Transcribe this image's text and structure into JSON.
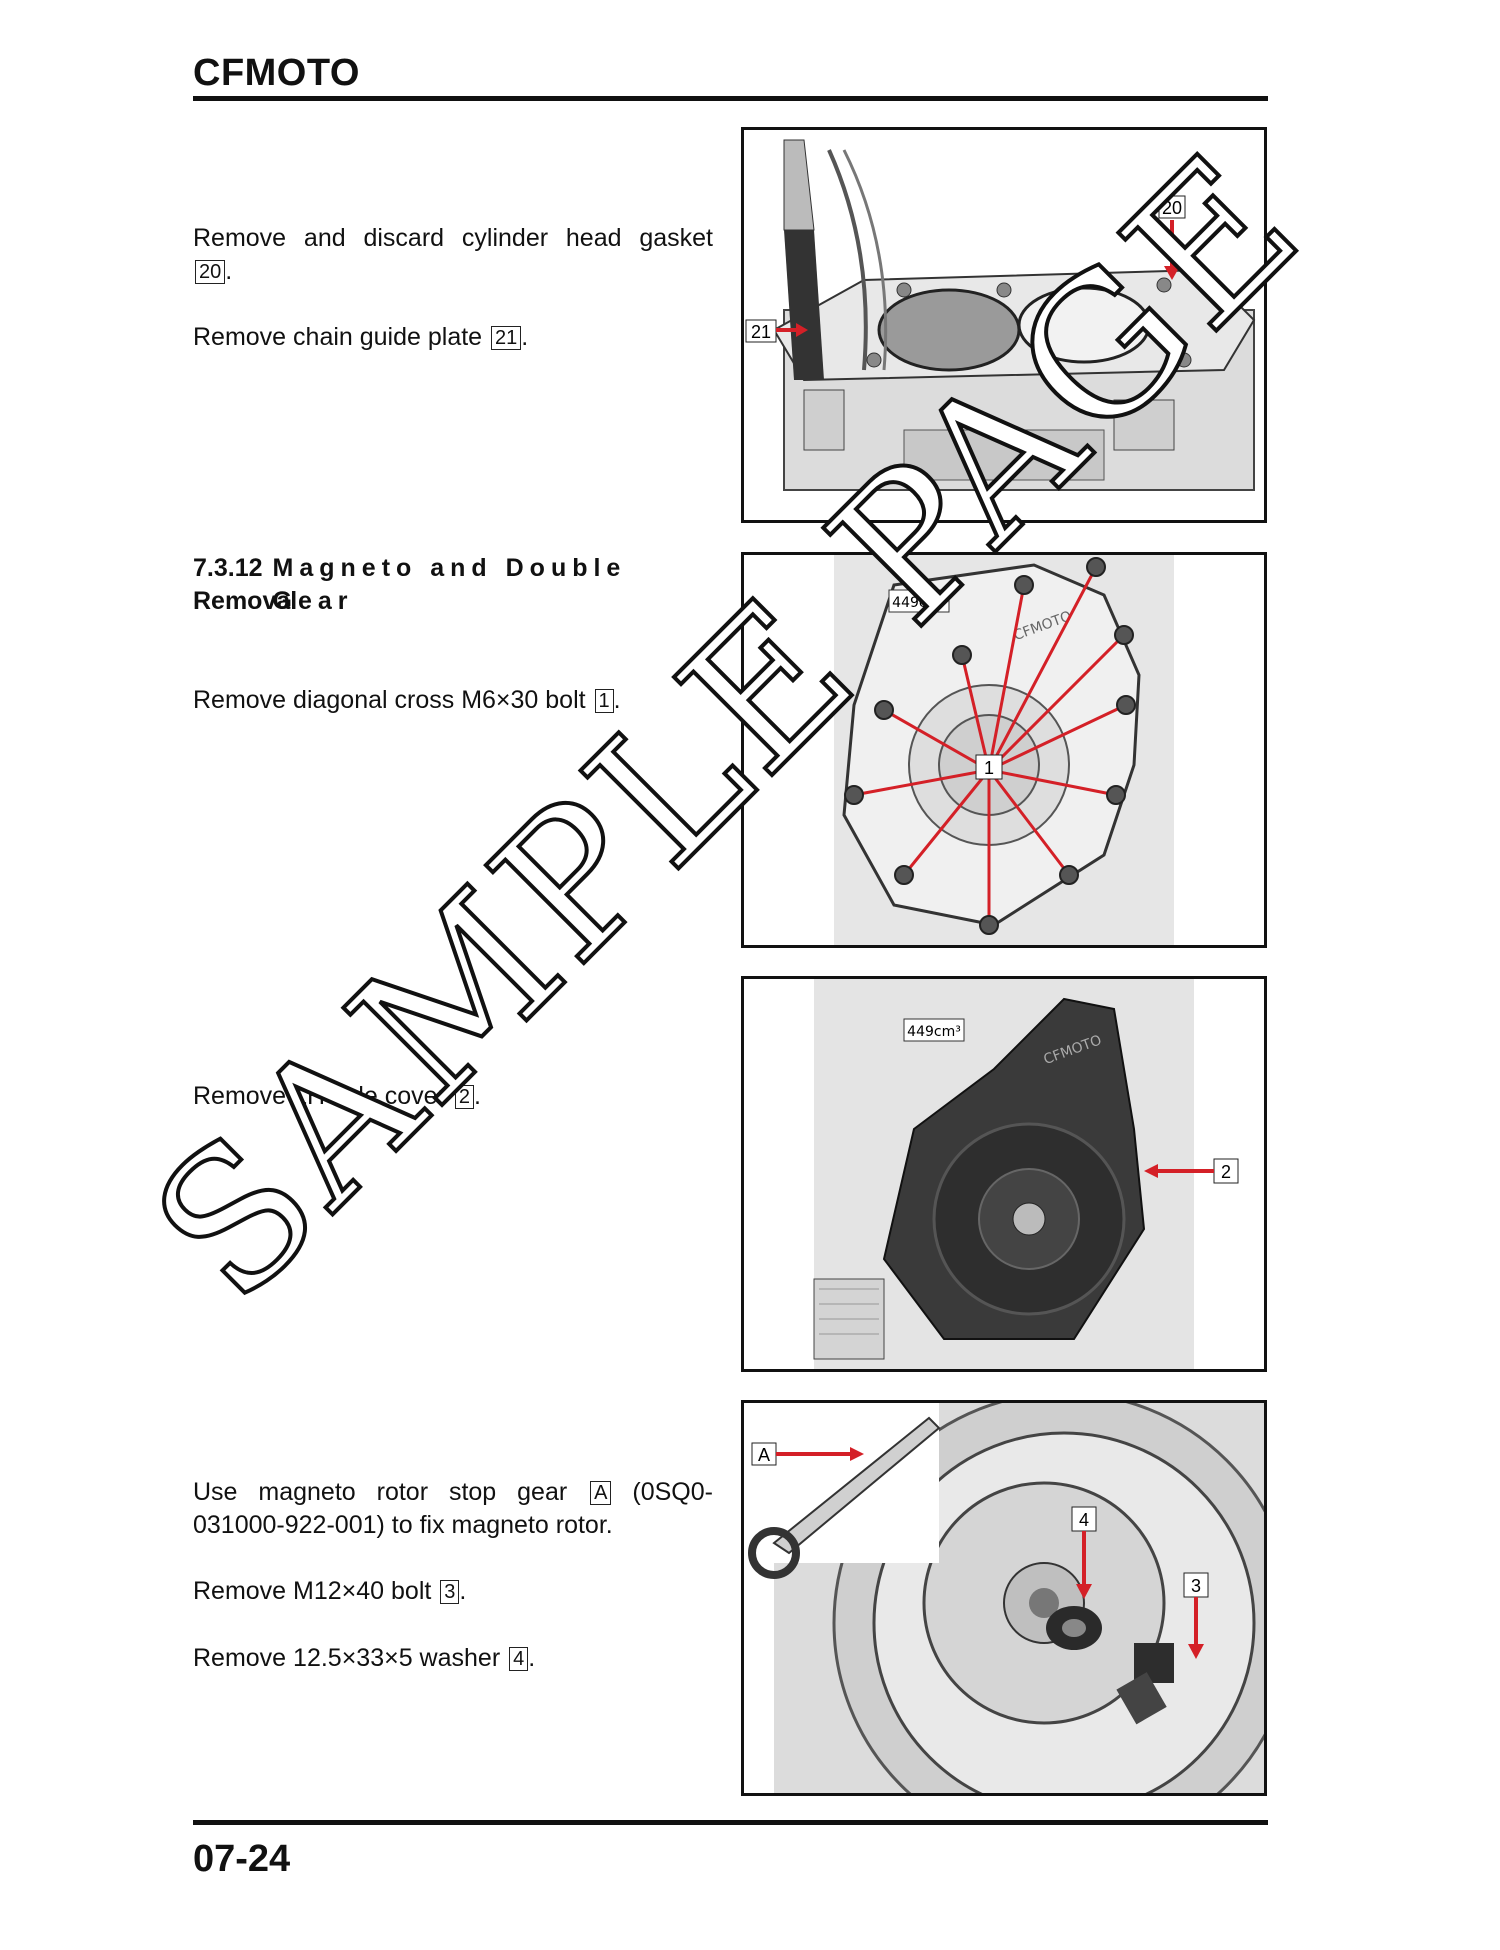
{
  "header": {
    "title": "CFMOTO"
  },
  "footer": {
    "page_number": "07-24"
  },
  "watermark": "SAMPLE PAGE",
  "section1": {
    "p1_text": "Remove and discard cylinder head gasket",
    "p1_ref": "20",
    "p2_text": "Remove chain guide plate",
    "p2_ref": "21",
    "fig_callouts": [
      "20",
      "21"
    ]
  },
  "section2": {
    "number": "7.3.12",
    "title_line1": "Magneto and Double Gear",
    "title_line2": "Removal",
    "p1_text": "Remove diagonal cross M6×30 bolt",
    "p1_ref": "1",
    "fig_callout": "1",
    "fig_label": "449cm³",
    "fig_logo": "CFMOTO"
  },
  "section3": {
    "p1_text": "Remove LH side cover",
    "p1_ref": "2",
    "fig_callout": "2",
    "fig_label": "449cm³",
    "fig_logo": "CFMOTO"
  },
  "section4": {
    "p1_text_a": "Use magneto rotor stop gear",
    "p1_ref": "A",
    "p1_text_b": "(0SQ0-",
    "p1_line2": "031000-922-001) to fix magneto rotor.",
    "p2_text": "Remove M12×40 bolt",
    "p2_ref": "3",
    "p3_text": "Remove 12.5×33×5 washer",
    "p3_ref": "4",
    "fig_callouts": [
      "A",
      "4",
      "3"
    ]
  },
  "colors": {
    "accent_arrow": "#d42027",
    "rule": "#111111"
  }
}
